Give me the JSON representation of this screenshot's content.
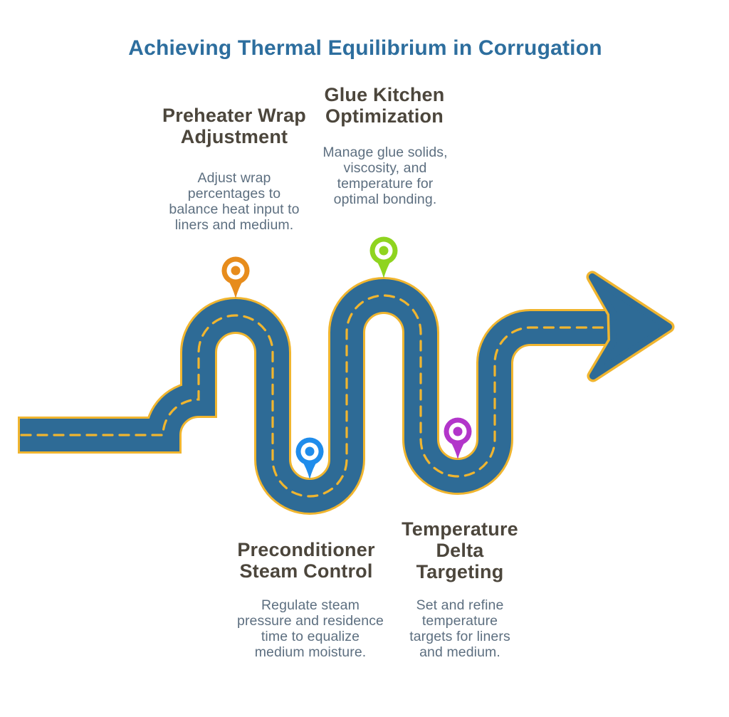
{
  "title": "Achieving Thermal Equilibrium in Corrugation",
  "milestones": [
    {
      "heading": "Preheater Wrap\nAdjustment",
      "description": "Adjust wrap\npercentages to\nbalance heat input to\nliners and medium.",
      "pin_color": "#e78c1c",
      "pin_color_name": "orange",
      "position": "top"
    },
    {
      "heading": "Glue Kitchen\nOptimization",
      "description": "Manage glue solids,\nviscosity, and\ntemperature for\noptimal bonding.",
      "pin_color": "#8fd41f",
      "pin_color_name": "green",
      "position": "top"
    },
    {
      "heading": "Preconditioner\nSteam Control",
      "description": "Regulate steam\npressure and residence\ntime to equalize\nmedium moisture.",
      "pin_color": "#1f8ceb",
      "pin_color_name": "blue",
      "position": "bottom"
    },
    {
      "heading": "Temperature\nDelta\nTargeting",
      "description": "Set and refine\ntemperature\ntargets for liners\nand medium.",
      "pin_color": "#b235ca",
      "pin_color_name": "purple",
      "position": "bottom"
    }
  ],
  "palette": {
    "background": "#ffffff",
    "title_color": "#2d6e9e",
    "heading_color": "#4c463c",
    "body_color": "#5d6f80",
    "road_fill": "#2e6b96",
    "road_edge": "#f0b52f"
  }
}
